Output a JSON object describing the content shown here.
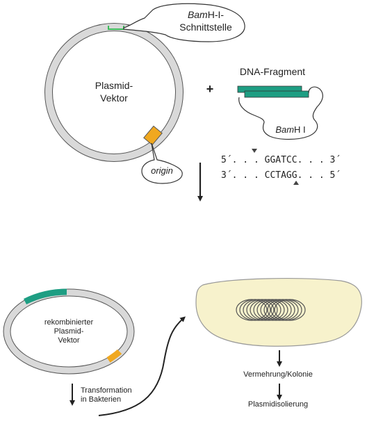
{
  "labels": {
    "bamhi_site_italic": "Bam",
    "bamhi_site_rest": "H-I-",
    "bamhi_site_line2": "Schnittstelle",
    "plasmid_line1": "Plasmid-",
    "plasmid_line2": "Vektor",
    "plus": "+",
    "dna_fragment": "DNA-Fragment",
    "fragment_bamhi_italic": "Bam",
    "fragment_bamhi_rest": "H I",
    "origin": "origin",
    "seq_top": "5´. . . GGATCC. . . 3´",
    "seq_bottom": "3´. . . CCTAGG. . . 5´",
    "recomb_line1": "rekombinierter",
    "recomb_line2": "Plasmid-",
    "recomb_line3": "Vektor",
    "transform_line1": "Transformation",
    "transform_line2": "in Bakterien",
    "multiplication": "Vermehrung/Kolonie",
    "isolation": "Plasmidisolierung"
  },
  "colors": {
    "ring_fill": "#d9d9d9",
    "ring_stroke": "#555555",
    "fragment": "#1e9e83",
    "origin": "#f0a820",
    "site_mark": "#3cbc5a",
    "cell_fill": "#f7f2cc",
    "cell_stroke": "#999999",
    "coil": "#555555"
  }
}
